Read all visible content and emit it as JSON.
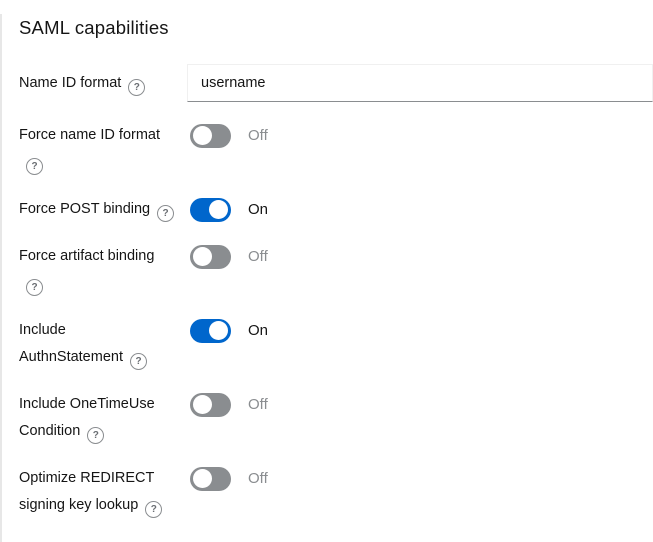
{
  "page": {
    "title": "SAML capabilities"
  },
  "icons": {
    "help": "?"
  },
  "colors": {
    "toggle_on": "#0066cc",
    "toggle_off_track": "#8a8d90",
    "label_text": "#151515",
    "off_state_text": "#8a8d90",
    "input_border_bottom": "#8a8d90"
  },
  "form": {
    "rows": [
      {
        "id": "name-id-format",
        "label_lines": [
          "Name ID format"
        ],
        "help_icon": true,
        "control": {
          "type": "text-input",
          "value": "username"
        }
      },
      {
        "id": "force-name-id-format",
        "label_lines": [
          "Force name ID format",
          ""
        ],
        "help_icon": true,
        "control": {
          "type": "toggle",
          "state": "off",
          "state_label": "Off"
        }
      },
      {
        "id": "force-post-binding",
        "label_lines": [
          "Force POST binding"
        ],
        "help_icon": true,
        "control": {
          "type": "toggle",
          "state": "on",
          "state_label": "On"
        }
      },
      {
        "id": "force-artifact-binding",
        "label_lines": [
          "Force artifact binding",
          ""
        ],
        "help_icon": true,
        "control": {
          "type": "toggle",
          "state": "off",
          "state_label": "Off"
        }
      },
      {
        "id": "include-authnstatement",
        "label_lines": [
          "Include",
          "AuthnStatement"
        ],
        "help_icon": true,
        "control": {
          "type": "toggle",
          "state": "on",
          "state_label": "On"
        }
      },
      {
        "id": "include-onetimeuse-condition",
        "label_lines": [
          "Include OneTimeUse",
          "Condition"
        ],
        "help_icon": true,
        "control": {
          "type": "toggle",
          "state": "off",
          "state_label": "Off"
        }
      },
      {
        "id": "optimize-redirect-signing-key-lookup",
        "label_lines": [
          "Optimize REDIRECT",
          "signing key lookup"
        ],
        "help_icon": true,
        "control": {
          "type": "toggle",
          "state": "off",
          "state_label": "Off"
        }
      }
    ]
  }
}
